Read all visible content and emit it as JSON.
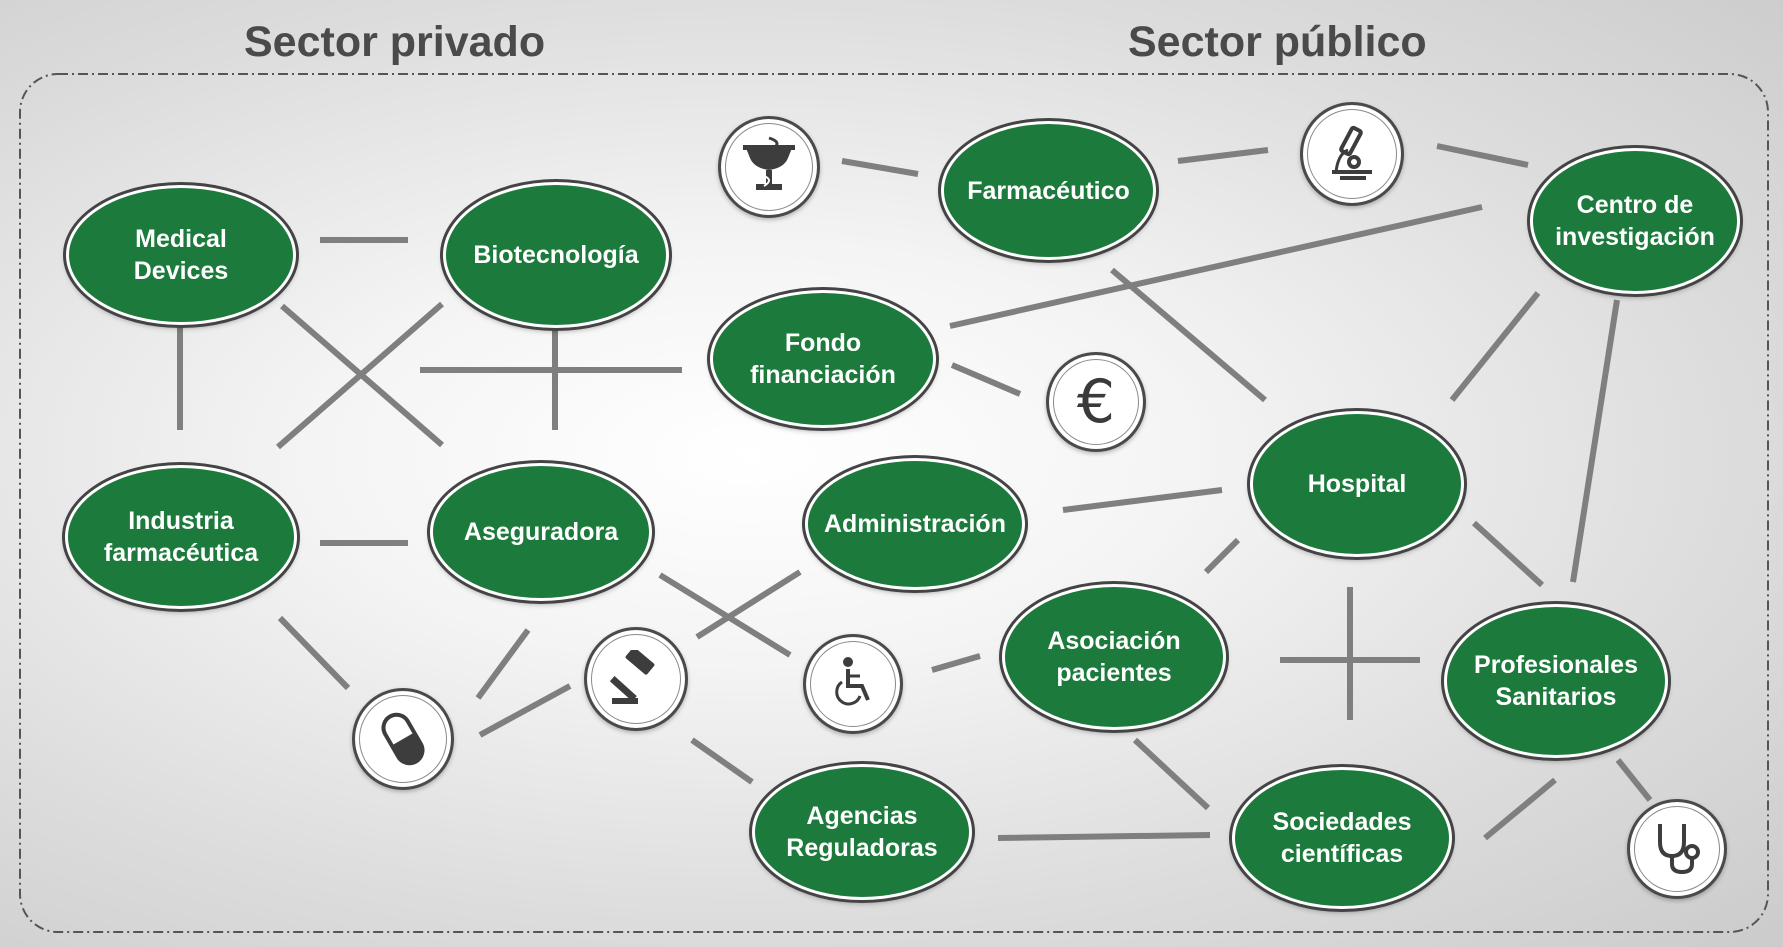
{
  "sectors": {
    "private": "Sector privado",
    "public": "Sector público"
  },
  "nodes": {
    "medical_devices": "Medical\nDevices",
    "biotecnologia": "Biotecnología",
    "farmaceutico": "Farmacéutico",
    "centro_investigacion": "Centro de\ninvestigación",
    "fondo_financiacion": "Fondo\nfinanciación",
    "industria_farmaceutica": "Industria\nfarmacéutica",
    "aseguradora": "Aseguradora",
    "administracion": "Administración",
    "hospital": "Hospital",
    "asociacion_pacientes": "Asociación\npacientes",
    "profesionales_sanitarios": "Profesionales\nSanitarios",
    "agencias_reguladoras": "Agencias\nReguladoras",
    "sociedades_cientificas": "Sociedades\ncientíficas"
  },
  "icons": {
    "pharmacy": "pharmacy-bowl-icon",
    "microscope": "microscope-icon",
    "euro": "euro-icon",
    "pill": "pill-icon",
    "gavel": "gavel-icon",
    "wheelchair": "wheelchair-icon",
    "stethoscope": "stethoscope-icon",
    "euro_symbol": "€"
  },
  "colors": {
    "node_fill": "#1c7b3c",
    "node_text": "#ffffff",
    "connector": "#7f7f7f",
    "frame": "#555555",
    "heading": "#4a4a4a"
  }
}
